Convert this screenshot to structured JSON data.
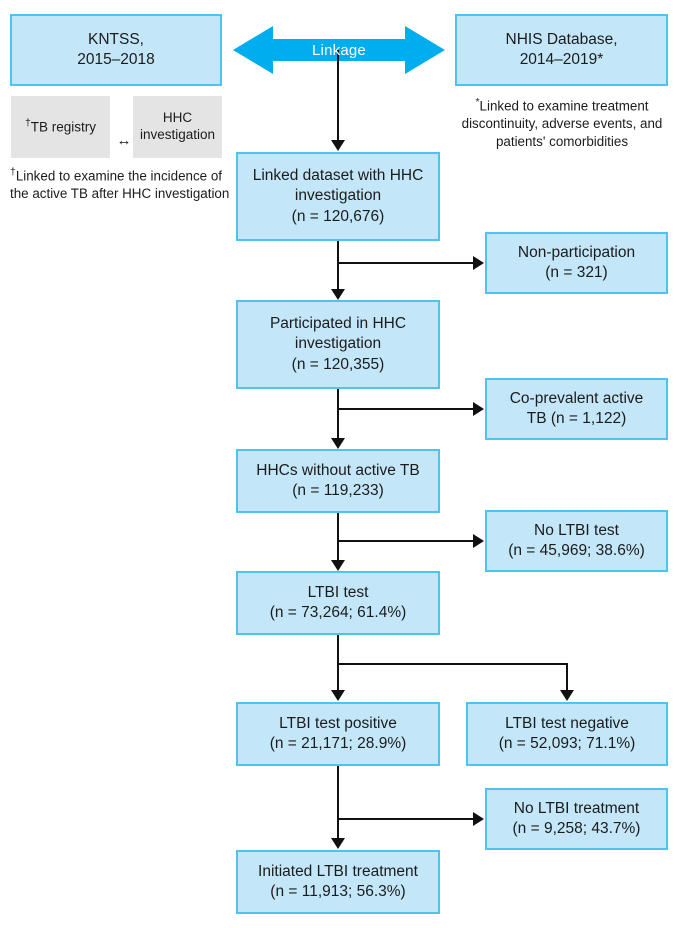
{
  "figure": {
    "type": "flowchart",
    "title": "Study population flow diagram"
  },
  "sources": {
    "left": {
      "line1": "KNTSS,",
      "line2": "2015–2018"
    },
    "right": {
      "line1": "NHIS Database,",
      "line2": "2014–2019*"
    },
    "linkage_label": "Linkage",
    "sub_boxes": [
      {
        "line1": "†TB registry",
        "line2": ""
      },
      {
        "line1": "HHC",
        "line2": "investigation"
      }
    ],
    "sub_arrow_glyph": "↔",
    "left_note": "†Linked to examine the incidence of the active TB after HHC investigation",
    "right_note": "*Linked to examine treatment discontinuity, adverse events, and patients' comorbidities"
  },
  "flow": {
    "main_nodes": [
      {
        "id": "linked-dataset",
        "lines": [
          "Linked dataset with HHC",
          "investigation",
          "(n = 120,676)"
        ],
        "n": 120676
      },
      {
        "id": "participated",
        "lines": [
          "Participated in HHC",
          "investigation",
          "(n = 120,355)"
        ],
        "n": 120355
      },
      {
        "id": "hhcs-without-active-tb",
        "lines": [
          "HHCs without active TB",
          "(n = 119,233)"
        ],
        "n": 119233
      },
      {
        "id": "ltbi-test",
        "lines": [
          "LTBI test",
          "(n = 73,264; 61.4%)"
        ],
        "n": 73264,
        "pct": 61.4
      },
      {
        "id": "ltbi-test-positive",
        "lines": [
          "LTBI test positive",
          "(n = 21,171; 28.9%)"
        ],
        "n": 21171,
        "pct": 28.9
      },
      {
        "id": "initiated-ltbi-treatment",
        "lines": [
          "Initiated LTBI treatment",
          "(n = 11,913; 56.3%)"
        ],
        "n": 11913,
        "pct": 56.3
      }
    ],
    "side_nodes": [
      {
        "id": "non-participation",
        "lines": [
          "Non-participation",
          "(n = 321)"
        ],
        "n": 321
      },
      {
        "id": "co-prevalent-active-tb",
        "lines": [
          "Co-prevalent active",
          "TB (n = 1,122)"
        ],
        "n": 1122
      },
      {
        "id": "no-ltbi-test",
        "lines": [
          "No LTBI test",
          "(n = 45,969; 38.6%)"
        ],
        "n": 45969,
        "pct": 38.6
      },
      {
        "id": "ltbi-test-negative",
        "lines": [
          "LTBI test negative",
          "(n = 52,093; 71.1%)"
        ],
        "n": 52093,
        "pct": 71.1
      },
      {
        "id": "no-ltbi-treatment",
        "lines": [
          "No LTBI treatment",
          "(n = 9,258; 43.7%)"
        ],
        "n": 9258,
        "pct": 43.7
      }
    ]
  },
  "colors": {
    "box_fill": "#c3e6f8",
    "box_border": "#4ec3f0",
    "grey_fill": "#e4e4e4",
    "linkage_arrow": "#00aeef",
    "linkage_text": "#ffffff",
    "connector": "#111111",
    "text": "#1c1c1c"
  }
}
